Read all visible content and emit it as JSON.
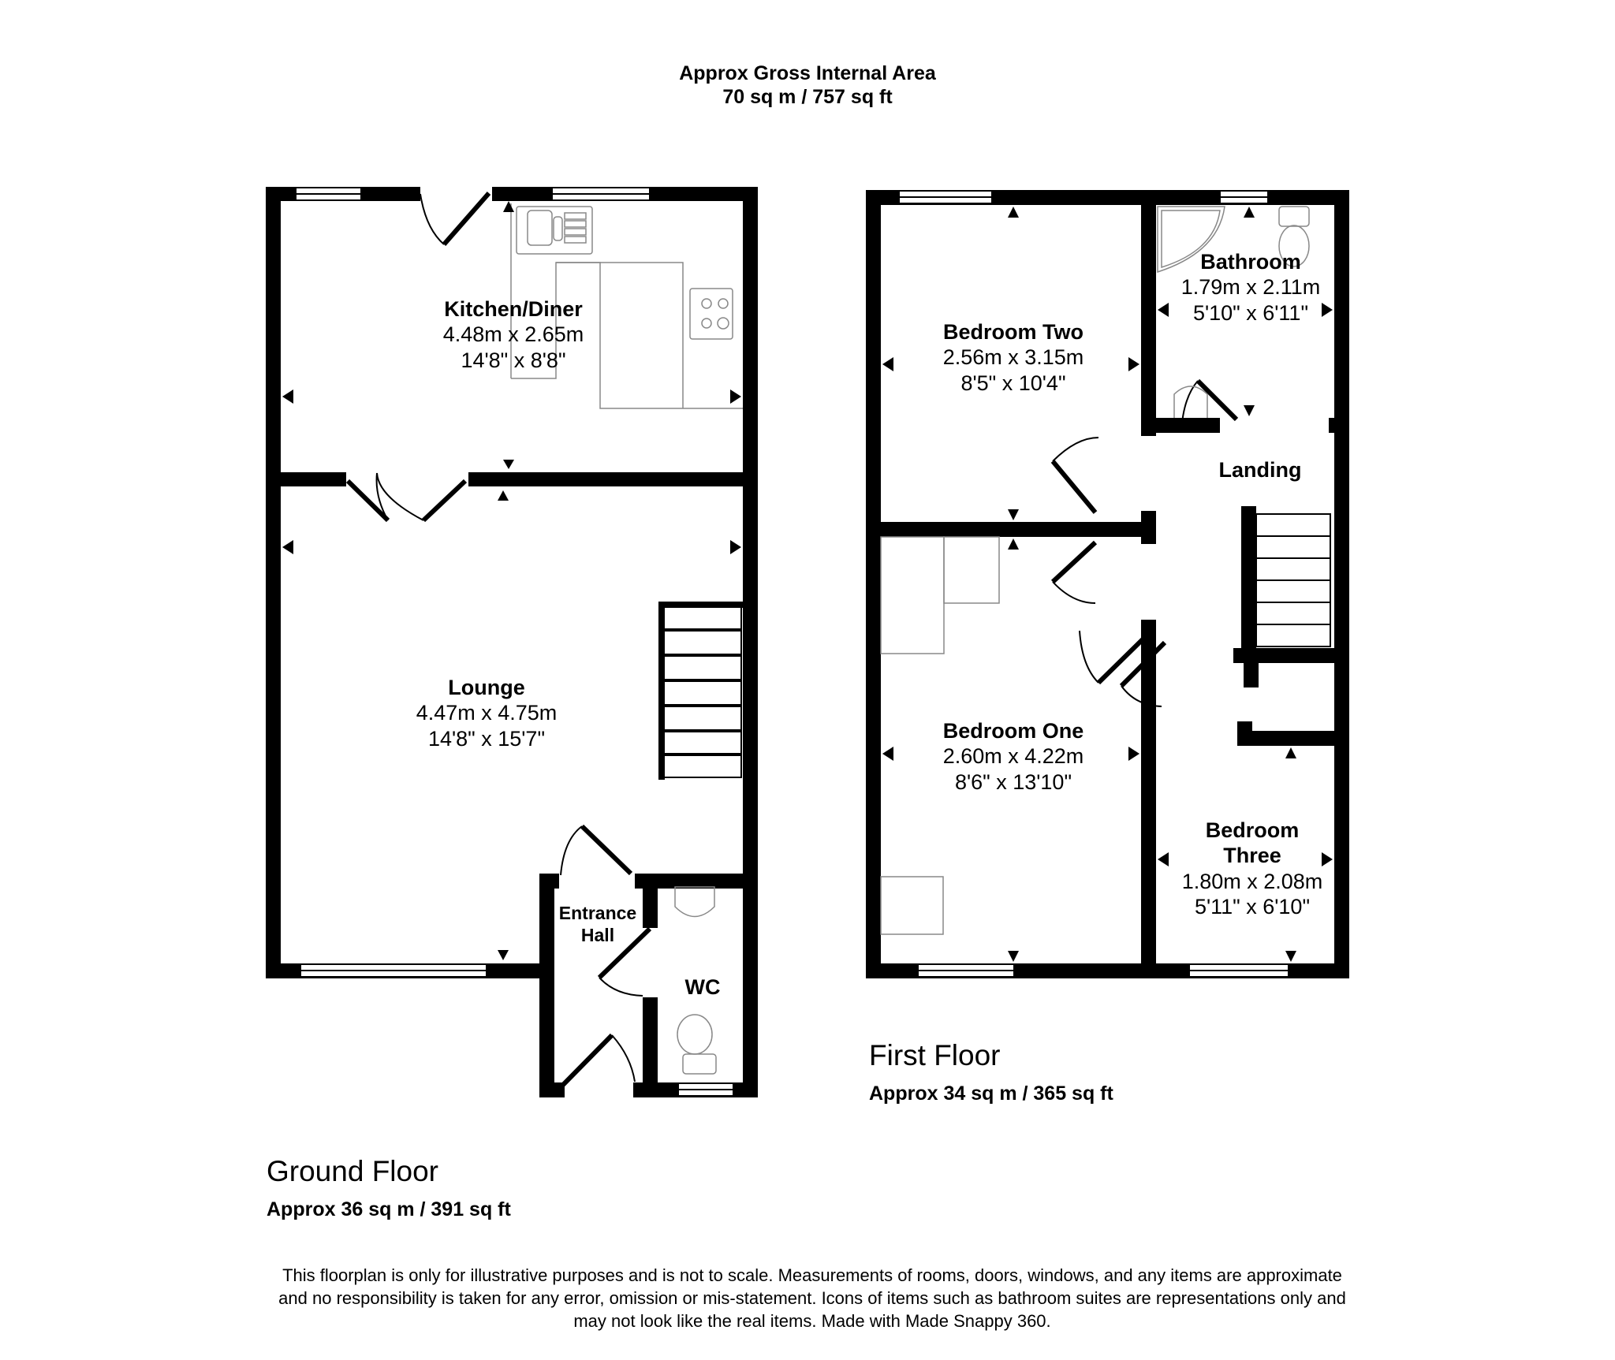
{
  "header": {
    "line1": "Approx Gross Internal Area",
    "line2": "70 sq m / 757 sq ft"
  },
  "ground_floor": {
    "name": "Ground Floor",
    "area": "Approx 36 sq m / 391 sq ft",
    "rooms": [
      {
        "name": "Kitchen/Diner",
        "metric": "4.48m x 2.65m",
        "imperial": "14'8\" x 8'8\""
      },
      {
        "name": "Lounge",
        "metric": "4.47m x 4.75m",
        "imperial": "14'8\" x 15'7\""
      },
      {
        "name": "Entrance",
        "name2": "Hall"
      },
      {
        "name": "WC"
      }
    ],
    "fixtures": [
      "sink-icon",
      "hob-icon",
      "stairs-icon",
      "basin-icon",
      "toilet-icon"
    ]
  },
  "first_floor": {
    "name": "First Floor",
    "area": "Approx 34 sq m / 365 sq ft",
    "rooms": [
      {
        "name": "Bedroom Two",
        "metric": "2.56m x 3.15m",
        "imperial": "8'5\" x 10'4\""
      },
      {
        "name": "Bathroom",
        "metric": "1.79m x 2.11m",
        "imperial": "5'10\" x 6'11\""
      },
      {
        "name": "Landing"
      },
      {
        "name": "Bedroom One",
        "metric": "2.60m x 4.22m",
        "imperial": "8'6\" x 13'10\""
      },
      {
        "name": "Bedroom",
        "name2": "Three",
        "metric": "1.80m x 2.08m",
        "imperial": "5'11\" x 6'10\""
      }
    ],
    "fixtures": [
      "shower-icon",
      "toilet-icon",
      "basin-icon",
      "stairs-icon",
      "wardrobe-icon"
    ]
  },
  "disclaimer": {
    "line1": "This floorplan is only for illustrative purposes and is not to scale. Measurements of rooms, doors, windows, and any items are approximate",
    "line2": "and no responsibility is taken for any error, omission or mis-statement. Icons of items such as bathroom suites are representations only and",
    "line3": "may not look like the real items. Made with Made Snappy 360."
  },
  "colors": {
    "wall": "#000000",
    "fixture": "#888888",
    "background": "#ffffff"
  }
}
